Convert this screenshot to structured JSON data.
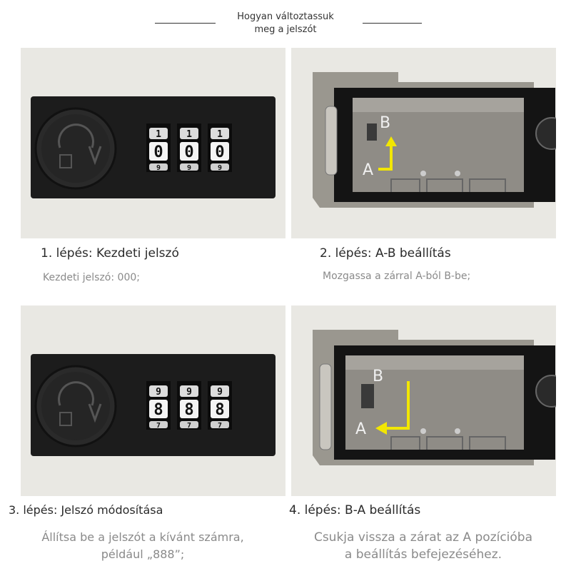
{
  "header": {
    "title_line1": "Hogyan változtassuk",
    "title_line2": "meg a jelszót"
  },
  "steps": [
    {
      "title": "1. lépés: Kezdeti jelszó",
      "desc": "Kezdeti jelszó: 000;",
      "digits": [
        "0",
        "0",
        "0"
      ],
      "digit_above": "1",
      "digit_below": "9"
    },
    {
      "title": "2. lépés: A-B beállítás",
      "desc": "Mozgassa a zárral A-ból B-be;",
      "label_a": "A",
      "label_b": "B"
    },
    {
      "title": "3. lépés: Jelszó módosítása",
      "desc_line1": "Állítsa be a jelszót a kívánt számra,",
      "desc_line2": "például „888”;",
      "digits": [
        "8",
        "8",
        "8"
      ],
      "digit_above": "9",
      "digit_below": "7"
    },
    {
      "title": "4. lépés: B-A beállítás",
      "desc_line1": "Csukja vissza a zárat az A pozícióba",
      "desc_line2": "a beállítás befejezéséhez.",
      "label_a": "A",
      "label_b": "B"
    }
  ],
  "colors": {
    "arrow": "#f2e600",
    "lock_body": "#1c1c1c",
    "wall": "#e9e8e3",
    "metal": "#8f8c86"
  }
}
